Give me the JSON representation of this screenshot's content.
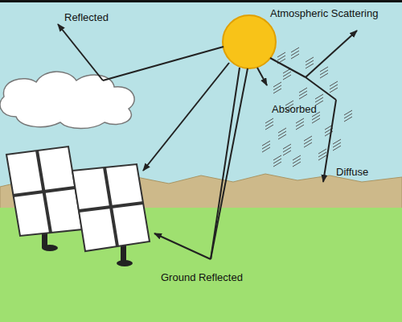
{
  "diagram": {
    "labels": [
      "Reflected",
      "Atmospheric Scattering",
      "Absorbed",
      "Diffuse",
      "Ground Reflected"
    ]
  }
}
